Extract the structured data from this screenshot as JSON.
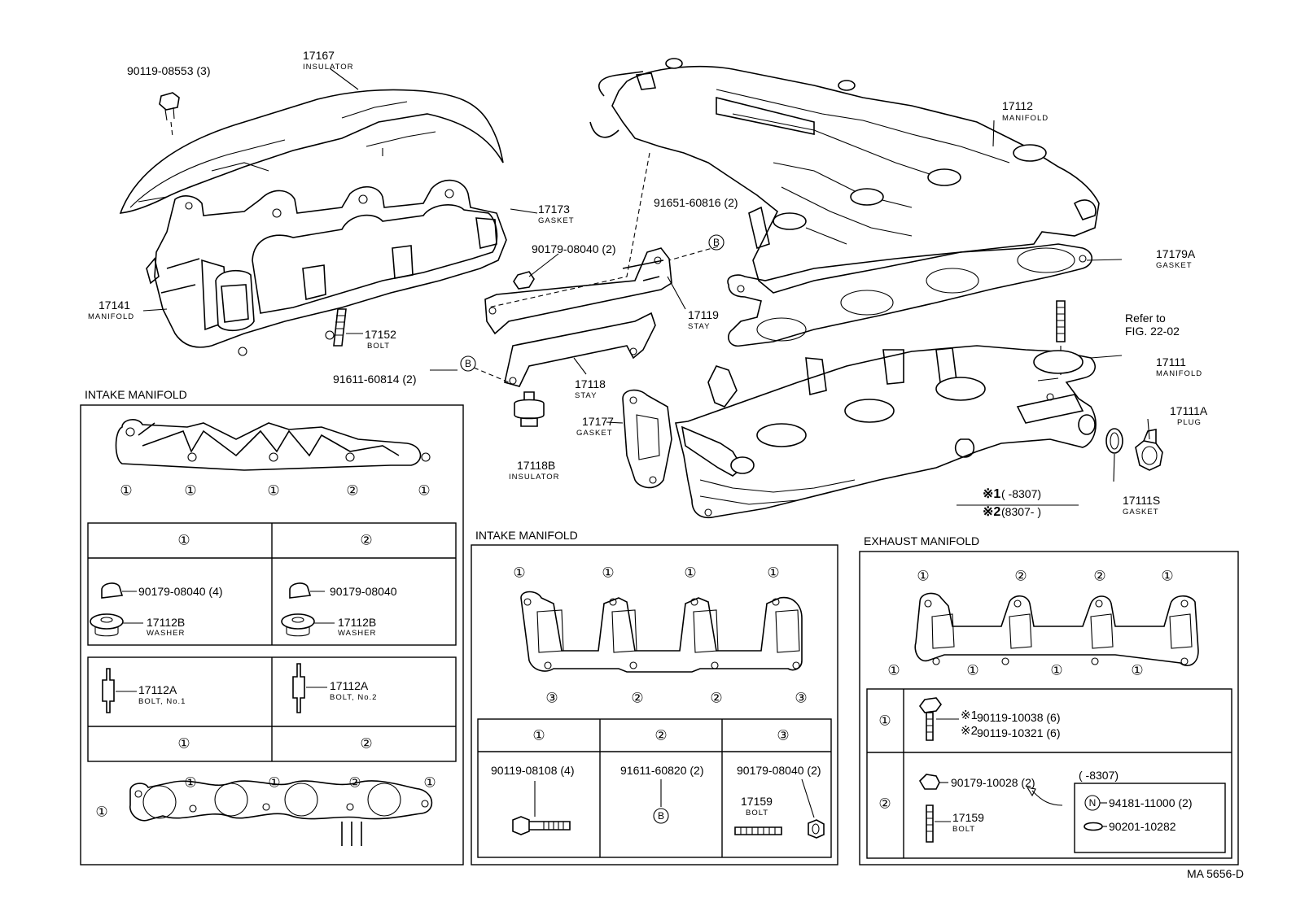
{
  "top_parts": {
    "p90119_08553": {
      "num": "90119-08553 (3)"
    },
    "p17167": {
      "num": "17167",
      "sub": "INSULATOR"
    },
    "p17173": {
      "num": "17173",
      "sub": "GASKET"
    },
    "p90179_08040": {
      "num": "90179-08040 (2)"
    },
    "p17141": {
      "num": "17141",
      "sub": "MANIFOLD"
    },
    "p17152": {
      "num": "17152",
      "sub": "BOLT"
    },
    "p91651_60816": {
      "num": "91651-60816 (2)"
    },
    "p17119": {
      "num": "17119",
      "sub": "STAY"
    },
    "p91611_60814": {
      "num": "91611-60814 (2)"
    },
    "p17118": {
      "num": "17118",
      "sub": "STAY"
    },
    "p17118B": {
      "num": "17118B",
      "sub": "INSULATOR"
    },
    "p17177": {
      "num": "17177",
      "sub": "GASKET"
    },
    "p17112": {
      "num": "17112",
      "sub": "MANIFOLD"
    },
    "p17179A": {
      "num": "17179A",
      "sub": "GASKET"
    },
    "refer": {
      "line1": "Refer to",
      "line2": "FIG. 22-02"
    },
    "p17111": {
      "num": "17111",
      "sub": "MANIFOLD"
    },
    "p17111A": {
      "num": "17111A",
      "sub": "PLUG"
    },
    "p17111S": {
      "num": "17111S",
      "sub": "GASKET"
    },
    "note1": {
      "mark": "※1",
      "text": "(        -8307)"
    },
    "note2": {
      "mark": "※2",
      "text": "(8307-          )"
    }
  },
  "left_panel": {
    "title": "INTAKE MANIFOLD",
    "top_callouts": [
      "①",
      "①",
      "①",
      "②",
      "①"
    ],
    "table1_headers": [
      "①",
      "②"
    ],
    "col1": {
      "nut": "90179-08040 (4)",
      "washer_num": "17112B",
      "washer_sub": "WASHER"
    },
    "col2": {
      "nut": "90179-08040",
      "washer_num": "17112B",
      "washer_sub": "WASHER"
    },
    "bolt1": {
      "num": "17112A",
      "sub": "BOLT, No.1"
    },
    "bolt2": {
      "num": "17112A",
      "sub": "BOLT, No.2"
    },
    "table2_headers": [
      "①",
      "②"
    ],
    "bottom_callouts": [
      "①",
      "①",
      "①",
      "②",
      "①"
    ]
  },
  "mid_panel": {
    "title": "INTAKE MANIFOLD",
    "top_callouts": [
      "①",
      "①",
      "①",
      "①"
    ],
    "bottom_callouts": [
      "③",
      "②",
      "②",
      "③"
    ],
    "table_headers": [
      "①",
      "②",
      "③"
    ],
    "cell1": "90119-08108 (4)",
    "cell2": "91611-60820 (2)",
    "cell2_mark": "B",
    "cell3": "90179-08040 (2)",
    "cell3_bolt_num": "17159",
    "cell3_bolt_sub": "BOLT"
  },
  "right_panel": {
    "title": "EXHAUST MANIFOLD",
    "top_callouts": [
      "①",
      "②",
      "②",
      "①"
    ],
    "bottom_callouts": [
      "①",
      "①",
      "①",
      "①"
    ],
    "row1_label": "①",
    "row1_a_mark": "※1",
    "row1_a": "90119-10038 (6)",
    "row1_b_mark": "※2",
    "row1_b": "90119-10321 (6)",
    "row2_label": "②",
    "row2_nut": "90179-10028 (2)",
    "row2_range": "(        -8307)",
    "row2_bolt_num": "17159",
    "row2_bolt_sub": "BOLT",
    "sub_n_mark": "N",
    "sub_n": "94181-11000 (2)",
    "sub_washer": "90201-10282"
  },
  "bubble_b": "B",
  "figure_code": "MA 5656-D"
}
